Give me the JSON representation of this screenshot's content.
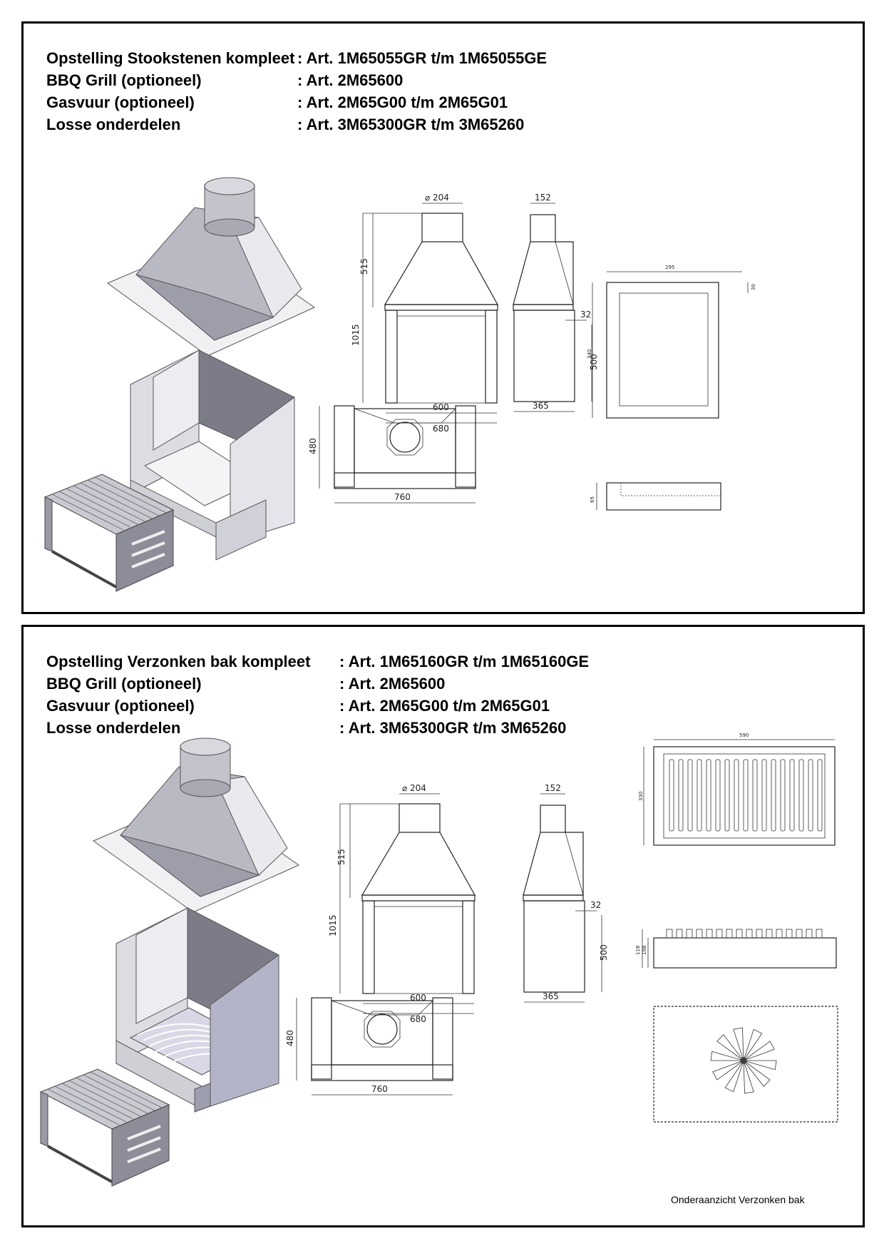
{
  "panel1": {
    "specs": [
      {
        "label": "Opstelling Stookstenen kompleet",
        "value": ": Art. 1M65055GR t/m 1M65055GE"
      },
      {
        "label": "BBQ Grill (optioneel)",
        "value": ": Art. 2M65600"
      },
      {
        "label": "Gasvuur (optioneel)",
        "value": ": Art. 2M65G00 t/m 2M65G01"
      },
      {
        "label": "Losse onderdelen",
        "value": ": Art. 3M65300GR t/m 3M65260"
      }
    ],
    "dims": {
      "flue_diameter": "⌀ 204",
      "flue_depth": "152",
      "hood_height": "515",
      "total_height": "1015",
      "inner_width": "600",
      "outer_width": "680",
      "side_depth": "365",
      "side_height": "500",
      "side_gap": "32",
      "base_depth": "480",
      "base_width": "760",
      "tray_width": "295",
      "tray_depth": "340",
      "tray_edge": "30",
      "tray_height": "65"
    }
  },
  "panel2": {
    "specs": [
      {
        "label": "Opstelling Verzonken bak kompleet",
        "value": ": Art. 1M65160GR t/m 1M65160GE"
      },
      {
        "label": "BBQ Grill (optioneel)",
        "value": ": Art. 2M65600"
      },
      {
        "label": "Gasvuur (optioneel)",
        "value": ": Art. 2M65G00 t/m 2M65G01"
      },
      {
        "label": "Losse onderdelen",
        "value": ": Art. 3M65300GR t/m 3M65260"
      }
    ],
    "dims": {
      "flue_diameter": "⌀ 204",
      "flue_depth": "152",
      "hood_height": "515",
      "total_height": "1015",
      "inner_width": "600",
      "outer_width": "680",
      "side_depth": "365",
      "side_height": "500",
      "side_gap": "32",
      "base_depth": "480",
      "base_width": "760",
      "grate_width": "590",
      "grate_depth": "330",
      "grate_h1": "118",
      "grate_h2": "108"
    },
    "caption": "Onderaanzicht Verzonken bak"
  }
}
